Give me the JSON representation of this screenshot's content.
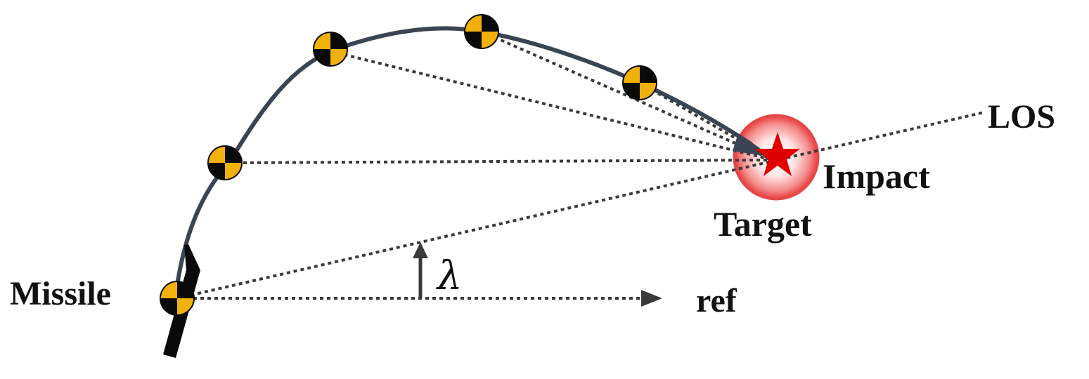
{
  "labels": {
    "los": "LOS",
    "impact": "Impact",
    "target": "Target",
    "missile": "Missile",
    "ref": "ref",
    "lambda": "λ"
  },
  "colors": {
    "trajectory": "#3a4452",
    "dotted": "#3a3a3a",
    "marker_yellow": "#f2b10a",
    "marker_black": "#0a0a0a",
    "target_glow": "#e83a3a",
    "target_star": "#e00000",
    "missile_body": "#0a0a0a"
  },
  "icons": {
    "waypoint": "checker-disc-icon",
    "target": "star-icon",
    "missile": "missile-icon"
  }
}
